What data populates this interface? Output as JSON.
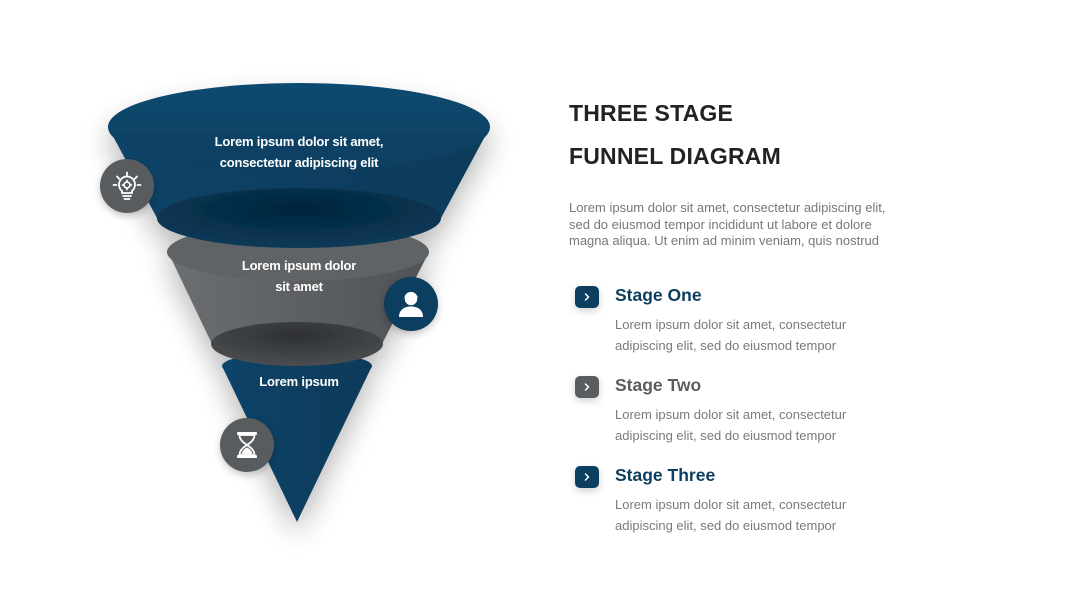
{
  "colors": {
    "navy": "#0c3e5f",
    "navy_dark": "#062d47",
    "gray": "#5a5d60",
    "gray_dark": "#3a3c3e",
    "title": "#222222",
    "body": "#777777"
  },
  "funnel": {
    "segments": [
      {
        "text_line1": "Lorem ipsum dolor sit amet,",
        "text_line2": "consectetur adipiscing elit",
        "icon": "lightbulb-icon"
      },
      {
        "text_line1": "Lorem ipsum dolor",
        "text_line2": "sit amet",
        "icon": "user-icon"
      },
      {
        "text_line1": "Lorem ipsum",
        "text_line2": "",
        "icon": "hourglass-icon"
      }
    ]
  },
  "header": {
    "title_line1": "THREE STAGE",
    "title_line2": "FUNNEL DIAGRAM",
    "intro": "Lorem ipsum dolor sit amet, consectetur adipiscing elit, sed do eiusmod tempor incididunt ut labore et dolore magna aliqua. Ut enim ad minim veniam, quis nostrud"
  },
  "stages": [
    {
      "title": "Stage One",
      "line1": "Lorem ipsum dolor sit amet, consectetur",
      "line2": "adipiscing elit, sed do eiusmod tempor",
      "color": "#0c3e5f"
    },
    {
      "title": "Stage Two",
      "line1": "Lorem ipsum dolor sit amet, consectetur",
      "line2": "adipiscing elit, sed do eiusmod tempor",
      "color": "#5a5d60"
    },
    {
      "title": "Stage Three",
      "line1": "Lorem ipsum dolor sit amet, consectetur",
      "line2": "adipiscing elit, sed do eiusmod tempor",
      "color": "#0c3e5f"
    }
  ]
}
